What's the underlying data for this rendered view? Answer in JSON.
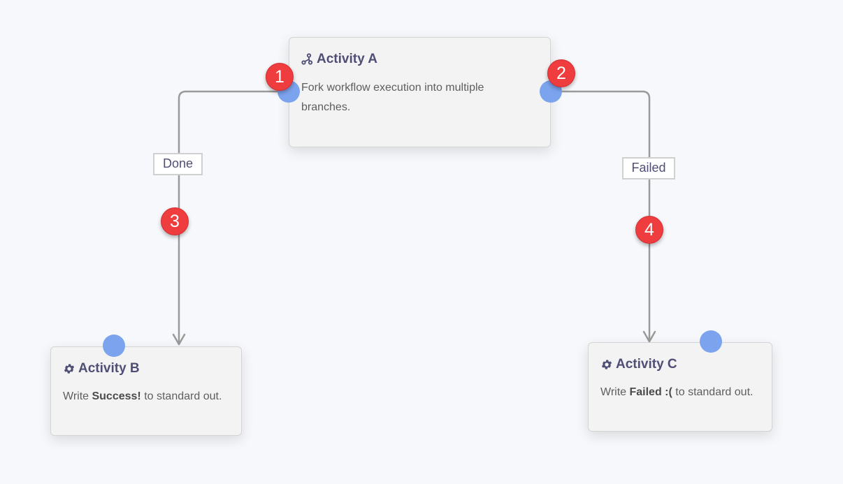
{
  "nodes": {
    "activity_a": {
      "title": "Activity A",
      "description": "Fork workflow execution into multiple branches.",
      "icon": "fork-icon"
    },
    "activity_b": {
      "title": "Activity B",
      "description_prefix": "Write ",
      "description_bold": "Success!",
      "description_suffix": " to standard out.",
      "icon": "gear-icon"
    },
    "activity_c": {
      "title": "Activity C",
      "description_prefix": "Write ",
      "description_bold": "Failed :(",
      "description_suffix": " to standard out.",
      "icon": "gear-icon"
    }
  },
  "edges": {
    "done": {
      "label": "Done"
    },
    "failed": {
      "label": "Failed"
    }
  },
  "markers": [
    "1",
    "2",
    "3",
    "4"
  ],
  "colors": {
    "background": "#f6f8fb",
    "node": "#f3f3f3",
    "port": "#7ca3ee",
    "marker": "#ee3c3f",
    "edge": "#9a9a9a",
    "title": "#4f4e75"
  }
}
